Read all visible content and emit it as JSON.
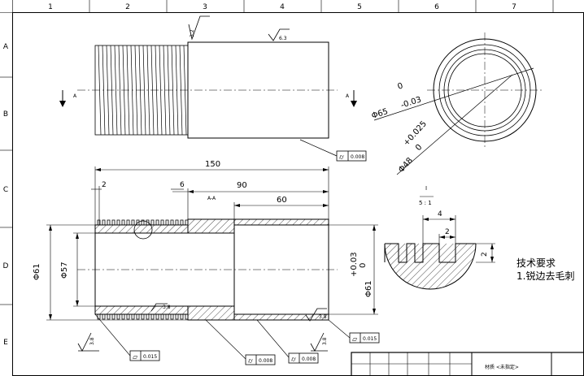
{
  "grid": {
    "columns": [
      "1",
      "2",
      "3",
      "4",
      "5",
      "6",
      "7"
    ],
    "rows": [
      "A",
      "B",
      "C",
      "D",
      "E"
    ]
  },
  "top_view": {
    "roughness": [
      "3.2",
      "6.3"
    ],
    "section_label_left": "A",
    "section_label_right": "A",
    "cylindricity": {
      "symbol": "⌭",
      "value": "0.008"
    }
  },
  "end_view": {
    "dim_outer": "Φ65",
    "tol_outer_upper": "0",
    "tol_outer_lower": "-0.03",
    "dim_inner": "Φ48",
    "tol_inner_upper": "+0.025",
    "tol_inner_lower": "0"
  },
  "section_view": {
    "title": "A-A",
    "dim_overall": "150",
    "dim_90": "90",
    "dim_60": "60",
    "dim_2": "2",
    "dim_6": "6",
    "dim_d61_left": "Φ61",
    "dim_d57": "Φ57",
    "dim_d61_right": "Φ61",
    "tol_right_upper": "+0.03",
    "tol_right_lower": "0",
    "roughness": [
      "3.8",
      "3.8",
      "3.8"
    ],
    "fcf_flatness": {
      "symbol": "▱",
      "value": "0.015"
    },
    "fcf_cyl1": {
      "symbol": "⌭",
      "value": "0.008"
    },
    "fcf_cyl2": {
      "symbol": "⌭",
      "value": "0.008"
    },
    "fcf_flatness2": {
      "symbol": "▱",
      "value": "0.015"
    }
  },
  "detail": {
    "scale_top": "I",
    "scale_bottom": "5 : 1",
    "dim_4": "4",
    "dim_2a": "2",
    "dim_2b": "2"
  },
  "tech_req": {
    "title": "技术要求",
    "item1": "1.锐边去毛刺"
  },
  "title_block": {
    "material": "材质 <未指定>"
  }
}
